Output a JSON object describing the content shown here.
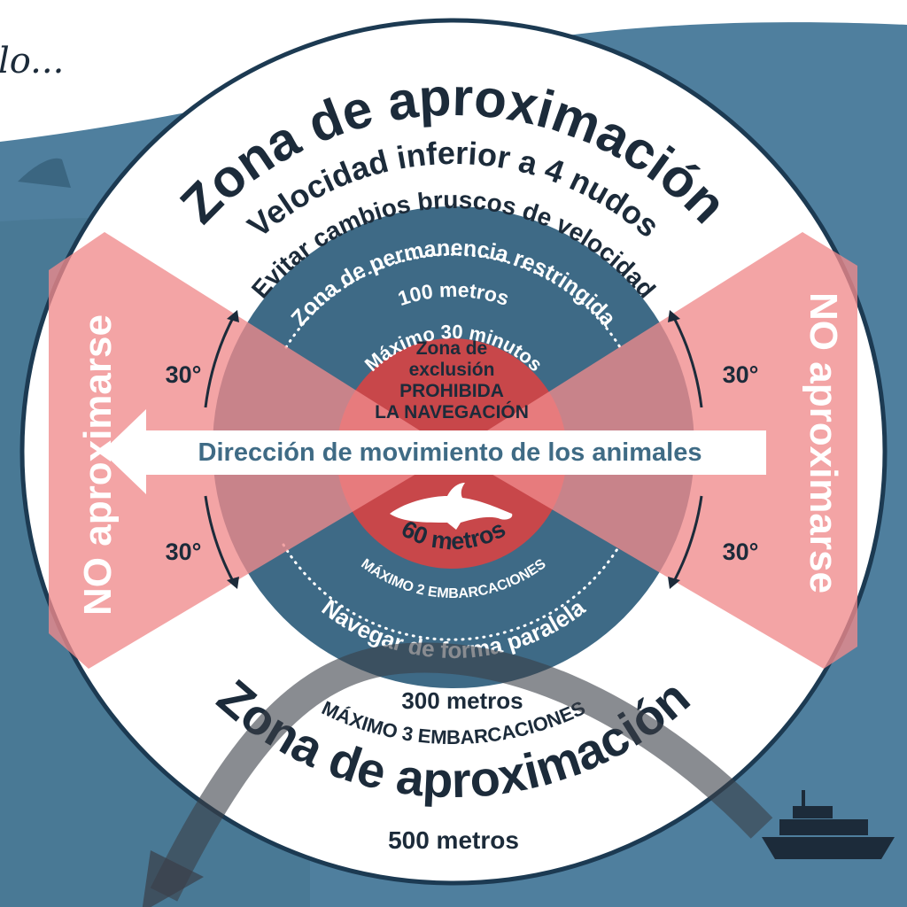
{
  "corner_text": "lo...",
  "top": {
    "zone_title": "Zona de aproximación",
    "speed": "Velocidad inferior a 4 nudos",
    "avoid": "Evitar cambios bruscos de velocidad"
  },
  "restricted": {
    "title": "Zona de permanencia restringida",
    "distance": "100 metros",
    "time": "Máximo 30 minutos",
    "max_boats": "MÁXIMO 2 EMBARCACIONES",
    "navigate": "Navegar de forma paralela"
  },
  "exclusion": {
    "line1": "Zona de",
    "line2": "exclusión",
    "line3": "PROHIBIDA",
    "line4": "LA NAVEGACIÓN",
    "distance": "60 metros"
  },
  "direction": "Dirección de movimiento de los animales",
  "no_approach": "NO aproximarse",
  "angle": "30°",
  "bottom": {
    "distance_300": "300 metros",
    "max_boats": "MÁXIMO 3 EMBARCACIONES",
    "zone_title": "Zona de aproximación",
    "distance_500": "500 metros"
  },
  "colors": {
    "ocean": "#4f7f9e",
    "ring": "#3e6a86",
    "red": "#c8474a",
    "pink": "#f08a8c",
    "dark": "#1c2b3a"
  }
}
